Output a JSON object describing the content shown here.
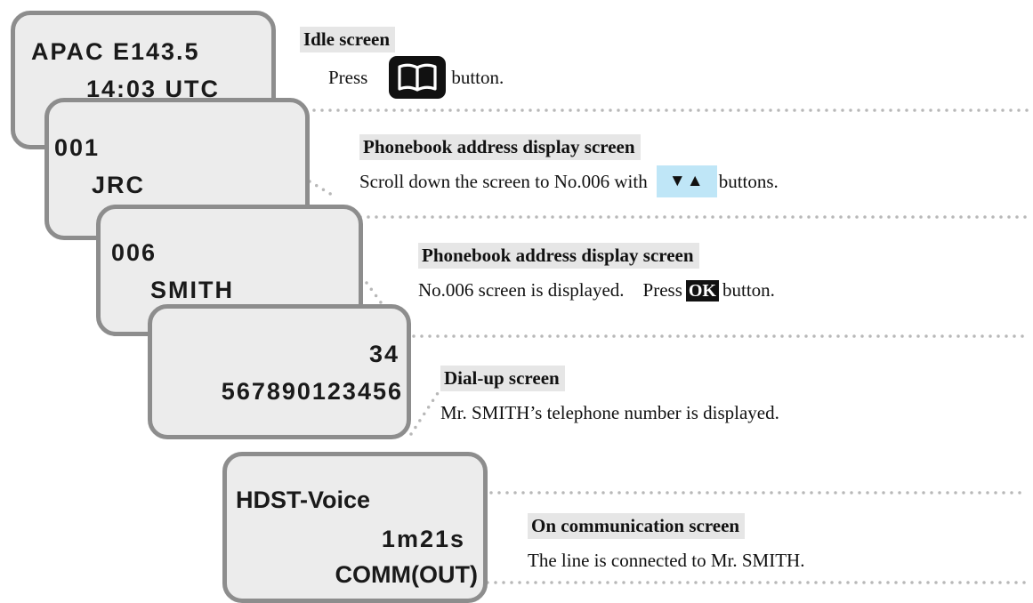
{
  "screens": [
    {
      "line1": "APAC E143.5",
      "line2": "14:03 UTC"
    },
    {
      "line1": "001",
      "line2": "JRC"
    },
    {
      "line1": "006",
      "line2": "SMITH"
    },
    {
      "line1": "34",
      "line2": "567890123456"
    },
    {
      "line1": "HDST-Voice",
      "line2": "1m21s",
      "line3": "COMM(OUT)"
    }
  ],
  "steps": [
    {
      "title": "Idle screen",
      "desc_before": "Press",
      "desc_after": "button.",
      "button_icon": "book-icon"
    },
    {
      "title": "Phonebook address display screen",
      "desc_before": "Scroll down the screen to No.006 with",
      "button_label": "▼▲",
      "desc_after": "buttons."
    },
    {
      "title": "Phonebook address display screen",
      "desc_before": "No.006 screen is displayed.    Press",
      "button_label": "OK",
      "desc_after": "button."
    },
    {
      "title": "Dial-up screen",
      "desc": "Mr. SMITH’s telephone number is displayed."
    },
    {
      "title": "On communication screen",
      "desc": "The line is connected to Mr. SMITH."
    }
  ],
  "colors": {
    "screen_bg": "#ececec",
    "screen_border": "#8d8d8d",
    "title_bg": "#e6e6e6",
    "arrow_button_bg": "#bfe6f7",
    "dotted_line": "#b8b8b8"
  }
}
